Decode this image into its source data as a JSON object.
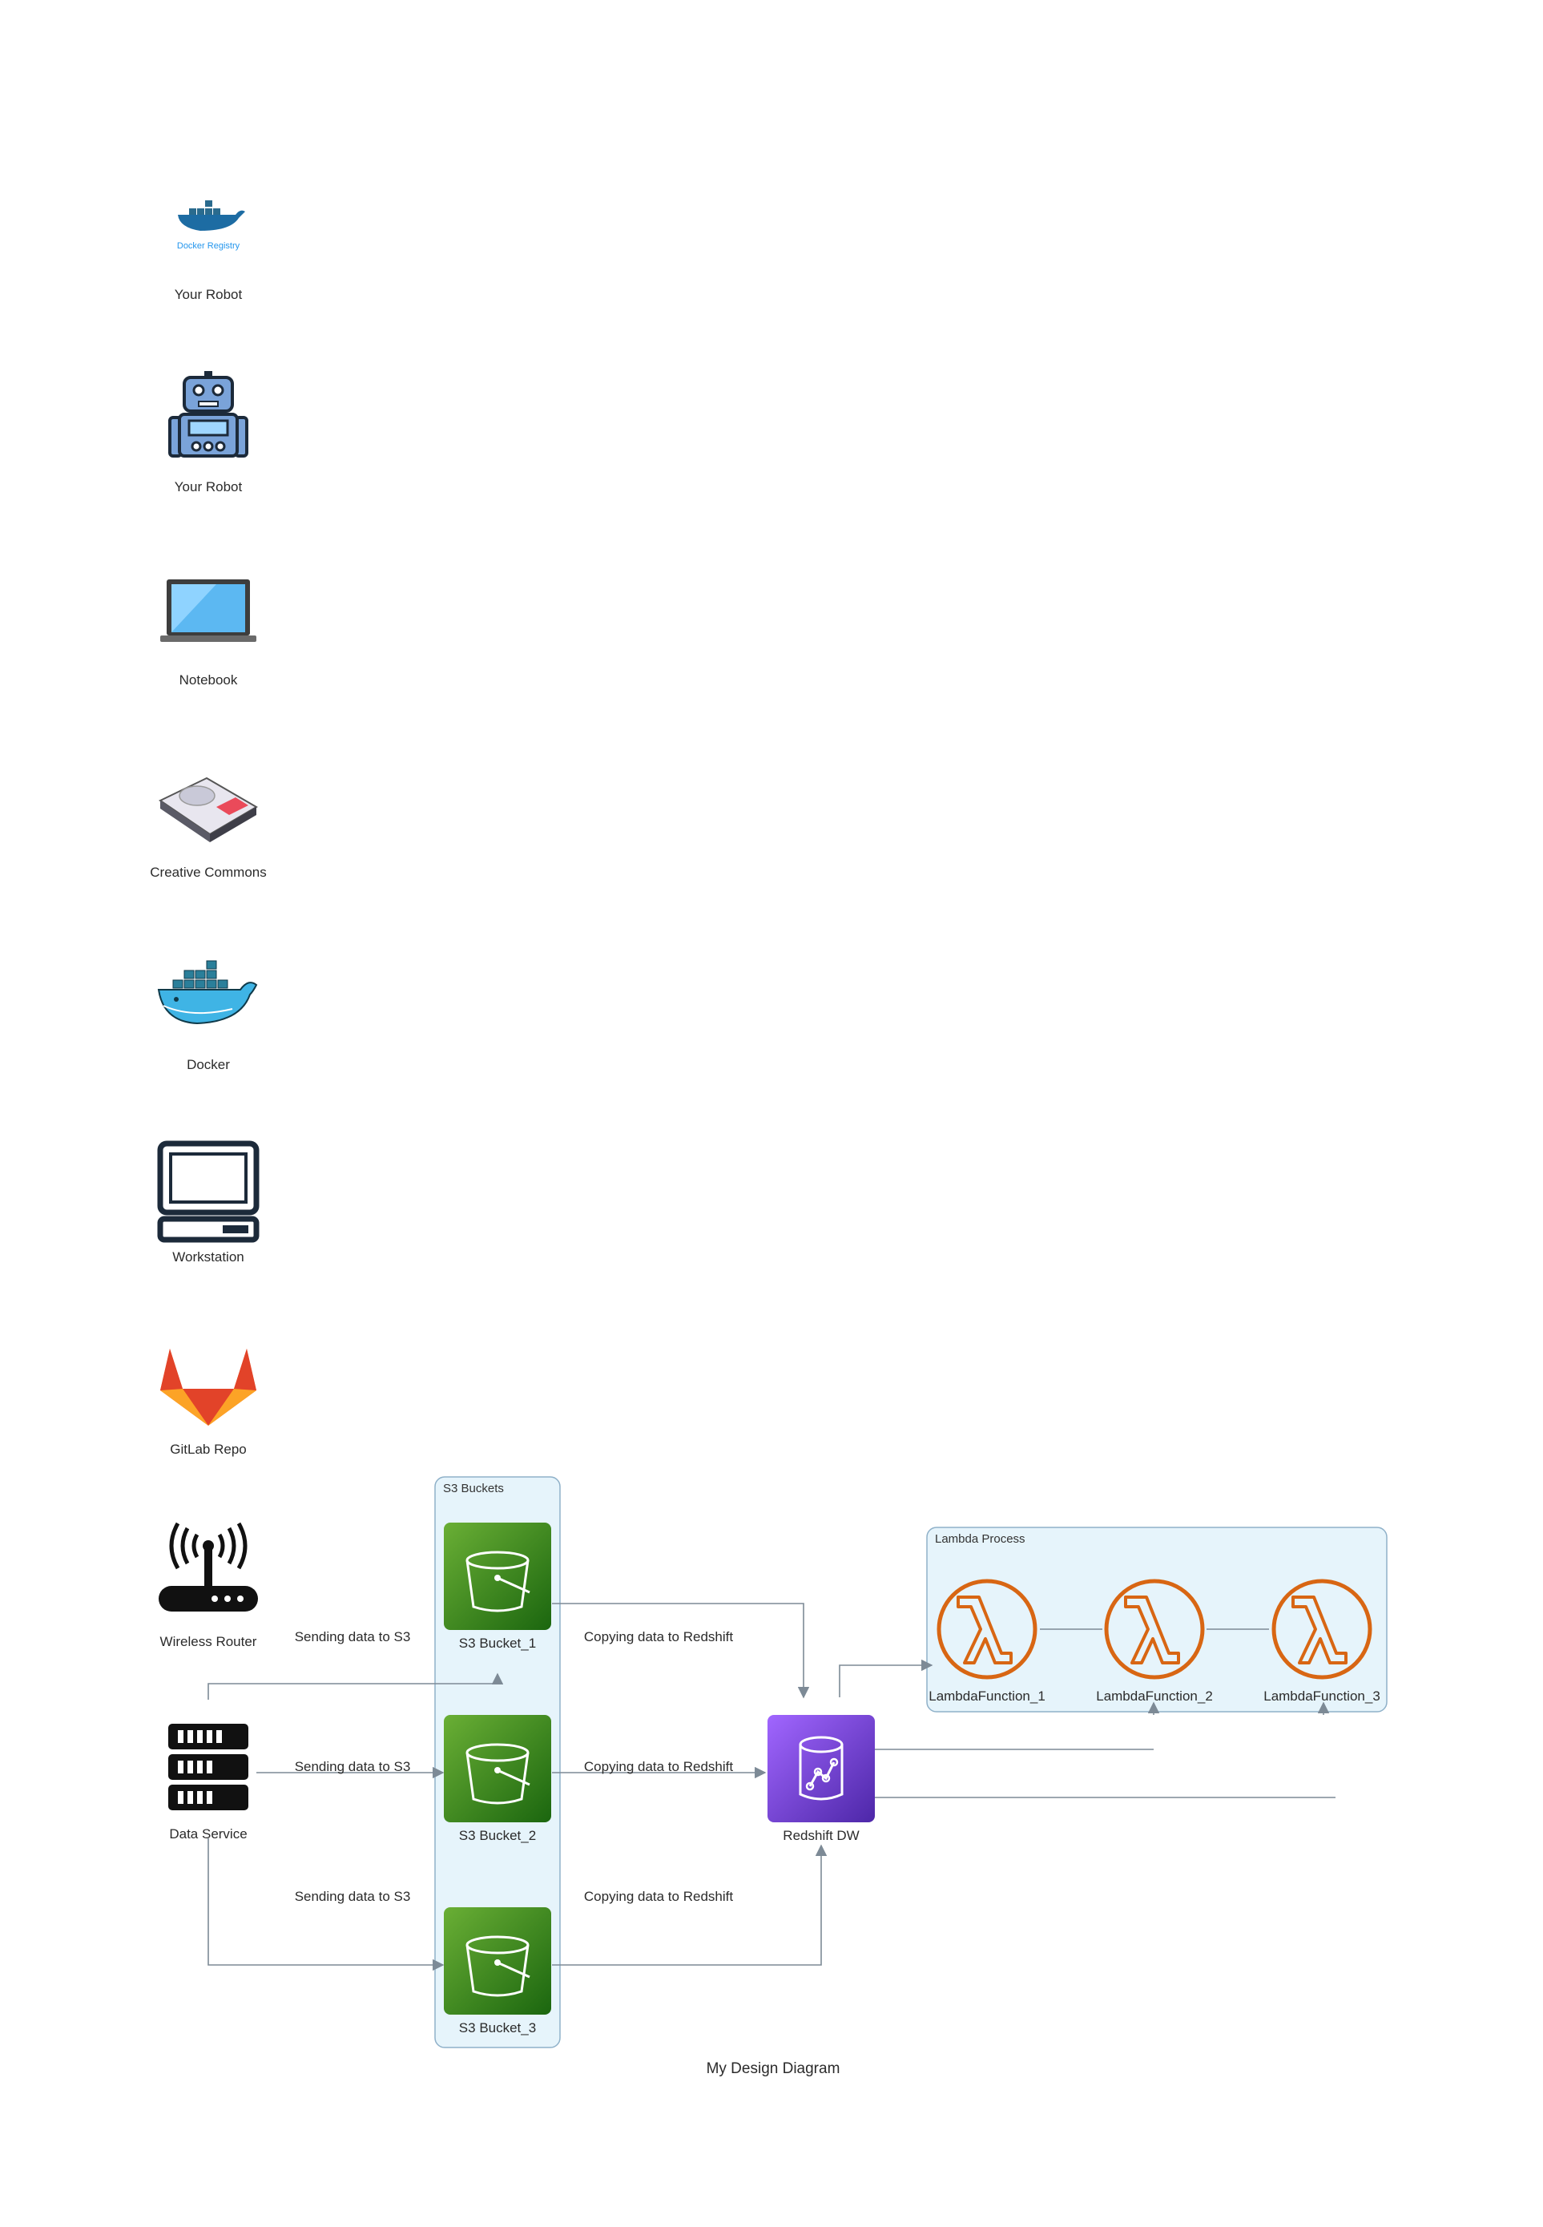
{
  "title": "My Design Diagram",
  "nodes": {
    "docker_registry": {
      "label": "Your Robot",
      "icon": "docker-registry-icon",
      "logo_text": "Docker Registry"
    },
    "robot": {
      "label": "Your Robot",
      "icon": "robot-icon"
    },
    "notebook": {
      "label": "Notebook",
      "icon": "laptop-icon"
    },
    "creative_commons": {
      "label": "Creative Commons",
      "icon": "hard-drive-icon"
    },
    "docker": {
      "label": "Docker",
      "icon": "docker-whale-icon"
    },
    "workstation": {
      "label": "Workstation",
      "icon": "workstation-icon"
    },
    "gitlab": {
      "label": "GitLab Repo",
      "icon": "gitlab-icon"
    },
    "router": {
      "label": "Wireless Router",
      "icon": "wireless-router-icon"
    },
    "data_service": {
      "label": "Data Service",
      "icon": "server-icon"
    },
    "s3_1": {
      "label": "S3 Bucket_1",
      "icon": "s3-bucket-icon"
    },
    "s3_2": {
      "label": "S3 Bucket_2",
      "icon": "s3-bucket-icon"
    },
    "s3_3": {
      "label": "S3 Bucket_3",
      "icon": "s3-bucket-icon"
    },
    "redshift": {
      "label": "Redshift DW",
      "icon": "redshift-icon"
    },
    "lambda_1": {
      "label": "LambdaFunction_1",
      "icon": "lambda-icon"
    },
    "lambda_2": {
      "label": "LambdaFunction_2",
      "icon": "lambda-icon"
    },
    "lambda_3": {
      "label": "LambdaFunction_3",
      "icon": "lambda-icon"
    }
  },
  "clusters": {
    "s3": {
      "label": "S3 Buckets"
    },
    "lambda": {
      "label": "Lambda Process"
    }
  },
  "edges": {
    "send_1": "Sending data to S3",
    "send_2": "Sending data to S3",
    "send_3": "Sending data to S3",
    "copy_1": "Copying data to Redshift",
    "copy_2": "Copying data to Redshift",
    "copy_3": "Copying data to Redshift"
  },
  "colors": {
    "cluster_fill": "#e6f4fb",
    "cluster_stroke": "#8fb1c9",
    "s3_green": "#3f8624",
    "redshift_purple": "#7b3fe4",
    "lambda_orange": "#d86613",
    "edge": "#7d8a96"
  }
}
